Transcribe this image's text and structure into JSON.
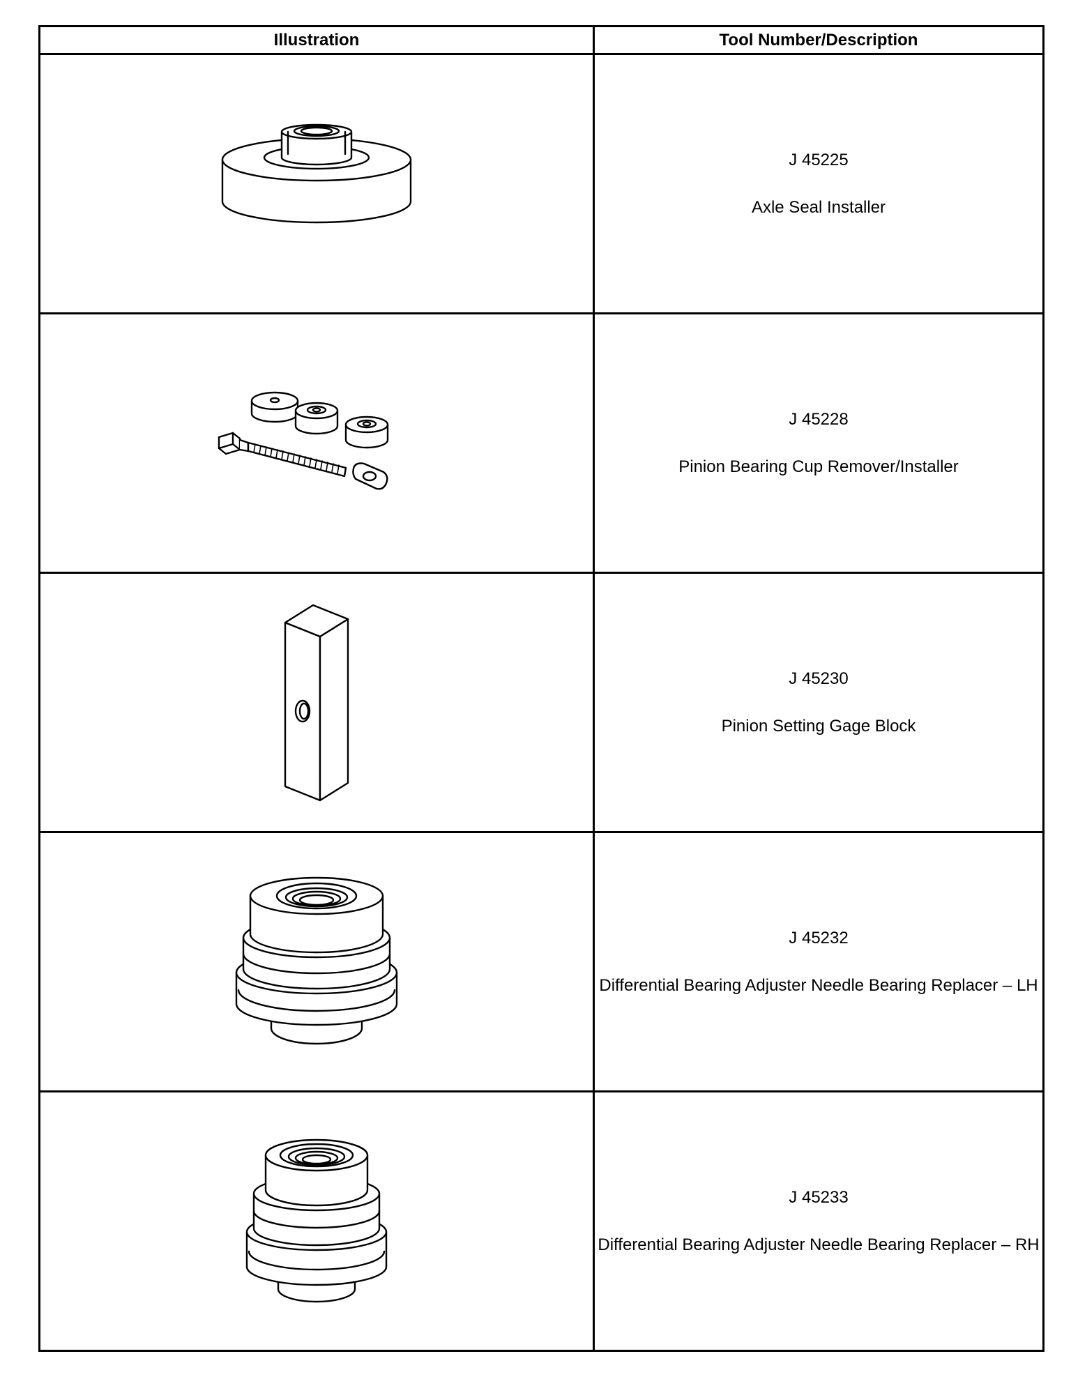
{
  "table": {
    "headers": {
      "illustration": "Illustration",
      "description": "Tool Number/Description"
    },
    "rows": [
      {
        "tool_number": "J 45225",
        "description": "Axle Seal Installer",
        "illustration_icon": "axle-seal-installer-icon"
      },
      {
        "tool_number": "J 45228",
        "description": "Pinion Bearing Cup Remover/Installer",
        "illustration_icon": "pinion-bearing-cup-remover-installer-icon"
      },
      {
        "tool_number": "J 45230",
        "description": "Pinion Setting Gage Block",
        "illustration_icon": "pinion-setting-gage-block-icon"
      },
      {
        "tool_number": "J 45232",
        "description": "Differential Bearing Adjuster Needle Bearing Replacer – LH",
        "illustration_icon": "needle-bearing-replacer-lh-icon"
      },
      {
        "tool_number": "J 45233",
        "description": "Differential Bearing Adjuster Needle Bearing Replacer – RH",
        "illustration_icon": "needle-bearing-replacer-rh-icon"
      }
    ]
  }
}
